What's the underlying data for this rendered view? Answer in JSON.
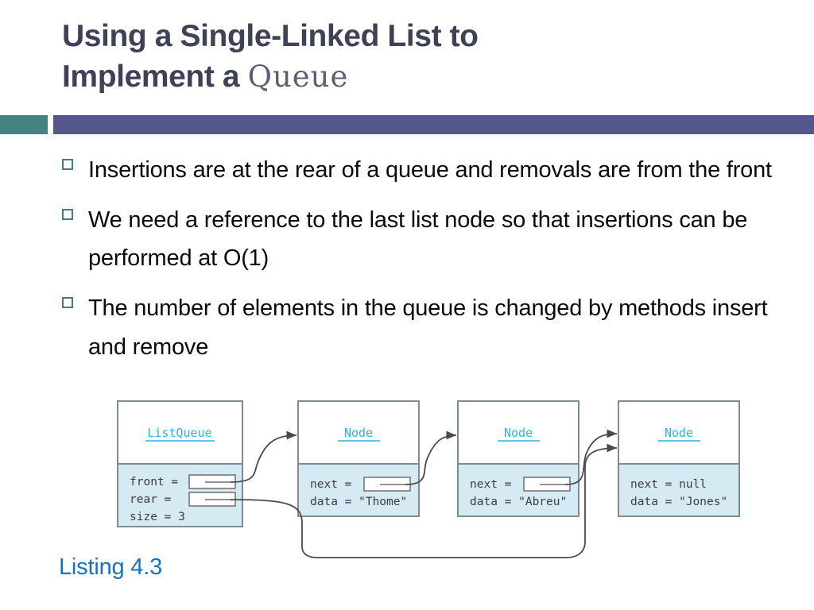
{
  "slide": {
    "title_line1": "Using a Single-Linked List to",
    "title_line2_prefix": "Implement a ",
    "title_line2_mono": "Queue",
    "title_color": "#3f4257",
    "accent_teal": "#44837f",
    "accent_purple": "#55568c",
    "bullet_color": "#3f7f80"
  },
  "bullets": [
    {
      "text": "Insertions are at the rear of a queue and removals are from the front"
    },
    {
      "text": "We need a reference to the last list node so that insertions can be performed at O(1)"
    },
    {
      "text": "The number of elements in the queue is changed by methods insert and remove"
    }
  ],
  "diagram": {
    "type": "object-reference-diagram",
    "box_fill": "#d6eaf4",
    "box_header_fill": "#ffffff",
    "box_border": "#7c8d93",
    "class_name_color": "#2fb3d9",
    "field_text_color": "#3d3d3d",
    "arrow_color": "#4a4a4a",
    "boxes": [
      {
        "id": "listqueue",
        "class_name": "ListQueue",
        "fields": [
          {
            "name": "front",
            "op": "=",
            "value": "",
            "is_pointer": true
          },
          {
            "name": "rear",
            "op": "=",
            "value": "",
            "is_pointer": true
          },
          {
            "name": "size",
            "op": "=",
            "value": "3",
            "is_pointer": false
          }
        ]
      },
      {
        "id": "node-thome",
        "class_name": "Node",
        "fields": [
          {
            "name": "next",
            "op": "=",
            "value": "",
            "is_pointer": true
          },
          {
            "name": "data",
            "op": "=",
            "value": "\"Thome\"",
            "is_pointer": false
          }
        ]
      },
      {
        "id": "node-abreu",
        "class_name": "Node",
        "fields": [
          {
            "name": "next",
            "op": "=",
            "value": "",
            "is_pointer": true
          },
          {
            "name": "data",
            "op": "=",
            "value": "\"Abreu\"",
            "is_pointer": false
          }
        ]
      },
      {
        "id": "node-jones",
        "class_name": "Node",
        "fields": [
          {
            "name": "next",
            "op": "=",
            "value": "null",
            "is_pointer": false
          },
          {
            "name": "data",
            "op": "=",
            "value": "\"Jones\"",
            "is_pointer": false
          }
        ]
      }
    ],
    "arrows": [
      {
        "from": "listqueue.front",
        "to": "node-thome"
      },
      {
        "from": "node-thome.next",
        "to": "node-abreu"
      },
      {
        "from": "node-abreu.next",
        "to": "node-jones"
      },
      {
        "from": "listqueue.rear",
        "to": "node-jones"
      }
    ]
  },
  "footer": {
    "listing_label": "Listing 4.3",
    "listing_color": "#1573bf"
  }
}
